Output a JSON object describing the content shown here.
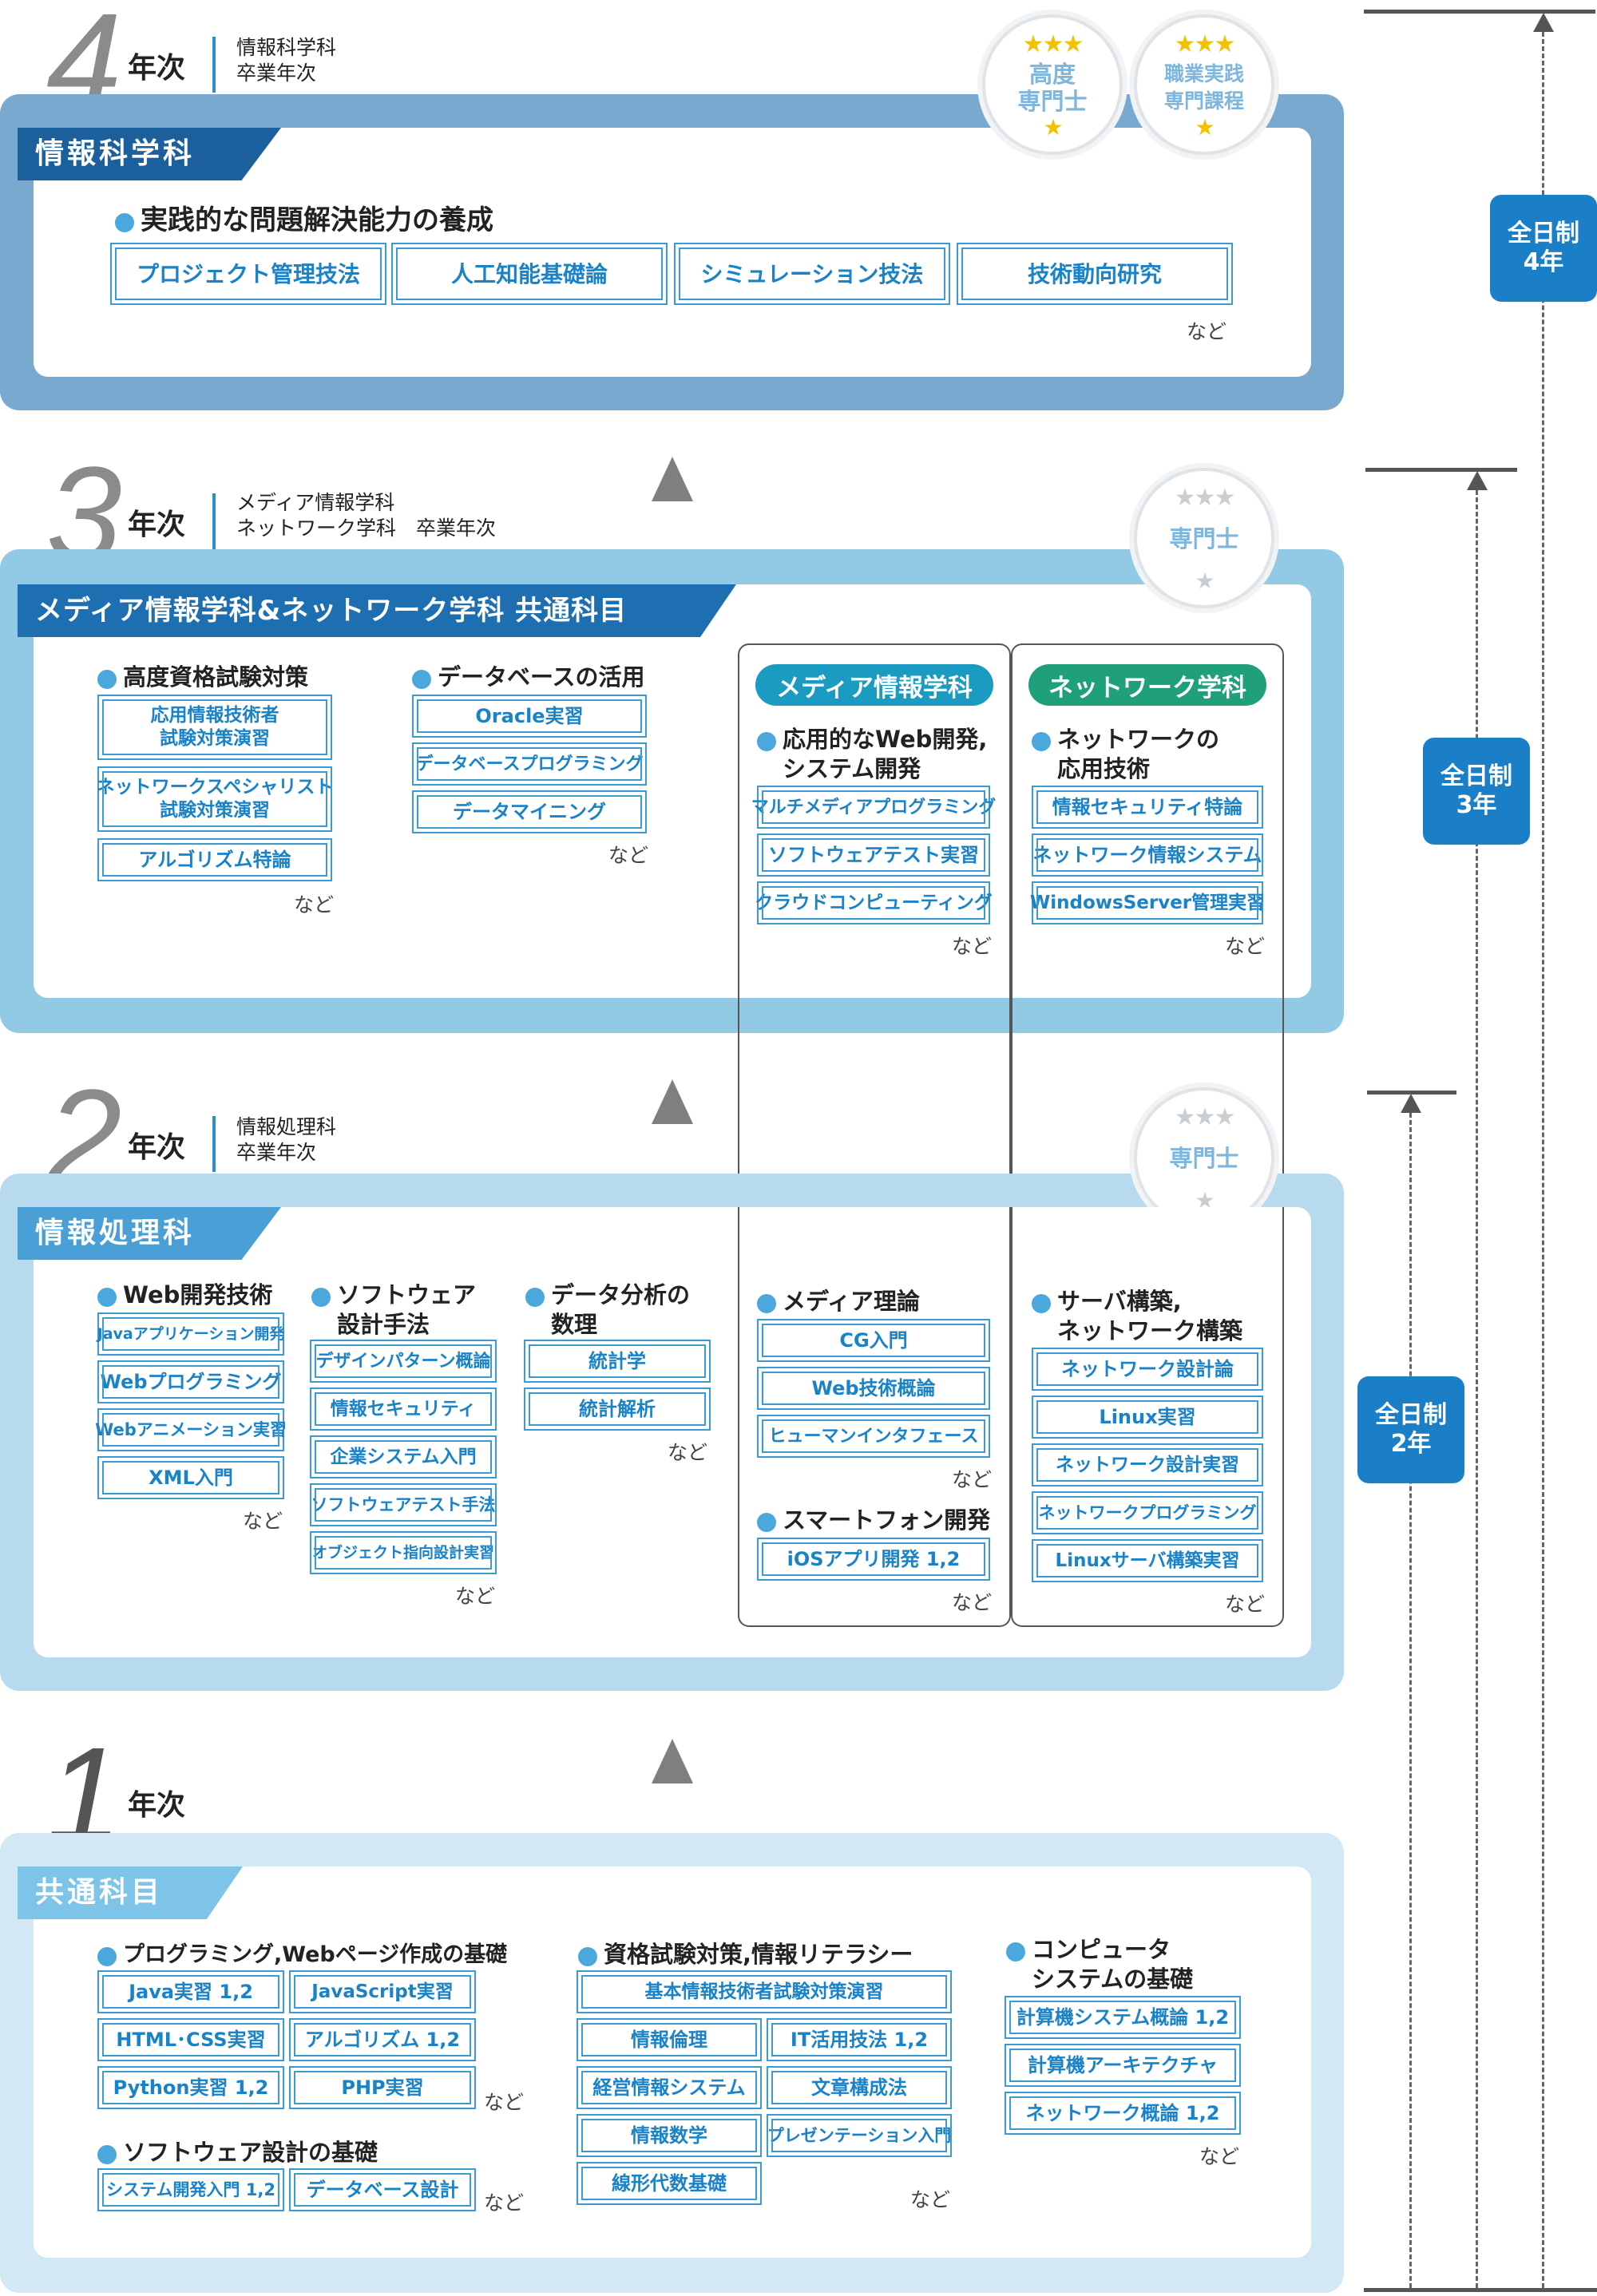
{
  "year4": {
    "num": "4",
    "label": "年次",
    "sub": "情報科学科\n卒業年次",
    "band": "情報科学科",
    "bullet": "実践的な問題解決能力の養成",
    "items": [
      "プロジェクト管理技法",
      "人工知能基礎論",
      "シミュレーション技法",
      "技術動向研究"
    ],
    "nado": "など",
    "seals": [
      {
        "text": "高度\n専門士"
      },
      {
        "text": "職業実践\n専門課程"
      }
    ]
  },
  "year3": {
    "num": "3",
    "label": "年次",
    "sub": "メディア情報学科\nネットワーク学科　卒業年次",
    "band": "メディア情報学科&ネットワーク学科 共通科目",
    "seal": "専門士",
    "g1": {
      "title": "高度資格試験対策",
      "items": [
        "応用情報技術者\n試験対策演習",
        "ネットワークスペシャリスト\n試験対策演習",
        "アルゴリズム特論"
      ],
      "nado": "など"
    },
    "g2": {
      "title": "データベースの活用",
      "items": [
        "Oracle実習",
        "データベースプログラミング",
        "データマイニング"
      ],
      "nado": "など"
    },
    "media": {
      "pill": "メディア情報学科",
      "title": "応用的なWeb開発,\nシステム開発",
      "items": [
        "マルチメディアプログラミング",
        "ソフトウェアテスト実習",
        "クラウドコンピューティング"
      ],
      "nado": "など"
    },
    "net": {
      "pill": "ネットワーク学科",
      "title": "ネットワークの\n応用技術",
      "items": [
        "情報セキュリティ特論",
        "ネットワーク情報システム",
        "WindowsServer管理実習"
      ],
      "nado": "など"
    }
  },
  "year2": {
    "num": "2",
    "label": "年次",
    "sub": "情報処理科\n卒業年次",
    "band": "情報処理科",
    "seal": "専門士",
    "g1": {
      "title": "Web開発技術",
      "items": [
        "Javaアプリケーション開発",
        "Webプログラミング",
        "Webアニメーション実習",
        "XML入門"
      ],
      "nado": "など"
    },
    "g2": {
      "title": "ソフトウェア\n設計手法",
      "items": [
        "デザインパターン概論",
        "情報セキュリティ",
        "企業システム入門",
        "ソフトウェアテスト手法",
        "オブジェクト指向設計実習"
      ],
      "nado": "など"
    },
    "g3": {
      "title": "データ分析の\n数理",
      "items": [
        "統計学",
        "統計解析"
      ],
      "nado": "など"
    },
    "media": {
      "title": "メディア理論",
      "items": [
        "CG入門",
        "Web技術概論",
        "ヒューマンインタフェース"
      ],
      "nado": "など",
      "title2": "スマートフォン開発",
      "items2": [
        "iOSアプリ開発 1,2"
      ],
      "nado2": "など"
    },
    "net": {
      "title": "サーバ構築,\nネットワーク構築",
      "items": [
        "ネットワーク設計論",
        "Linux実習",
        "ネットワーク設計実習",
        "ネットワークプログラミング",
        "Linuxサーバ構築実習"
      ],
      "nado": "など"
    }
  },
  "year1": {
    "num": "1",
    "label": "年次",
    "band": "共通科目",
    "g1": {
      "title": "プログラミング,Webページ作成の基礎",
      "items": [
        "Java実習 1,2",
        "JavaScript実習",
        "HTML･CSS実習",
        "アルゴリズム 1,2",
        "Python実習 1,2",
        "PHP実習"
      ],
      "nado": "など"
    },
    "g2": {
      "title": "ソフトウェア設計の基礎",
      "items": [
        "システム開発入門 1,2",
        "データベース設計"
      ],
      "nado": "など"
    },
    "g3": {
      "title": "資格試験対策,情報リテラシー",
      "items": [
        "基本情報技術者試験対策演習",
        "情報倫理",
        "IT活用技法 1,2",
        "経営情報システム",
        "文章構成法",
        "情報数学",
        "プレゼンテーション入門",
        "線形代数基礎"
      ],
      "nado": "など"
    },
    "g4": {
      "title": "コンピュータ\nシステムの基礎",
      "items": [
        "計算機システム概論 1,2",
        "計算機アーキテクチャ",
        "ネットワーク概論 1,2"
      ],
      "nado": "など"
    }
  },
  "timeline": [
    {
      "label": "全日制\n4年"
    },
    {
      "label": "全日制\n3年"
    },
    {
      "label": "全日制\n2年"
    }
  ],
  "colors": {
    "y4": "#79a9cf",
    "y3": "#92cae6",
    "y2": "#b7daee",
    "y1": "#d2e8f5",
    "band4": "#1b5f9c",
    "band3": "#1e6fb2",
    "band2": "#4a9fd6",
    "band1": "#7ec3e8",
    "mediaPill": "#1b9bc1",
    "netPill": "#1fa07a",
    "accent": "#1a83c7"
  }
}
